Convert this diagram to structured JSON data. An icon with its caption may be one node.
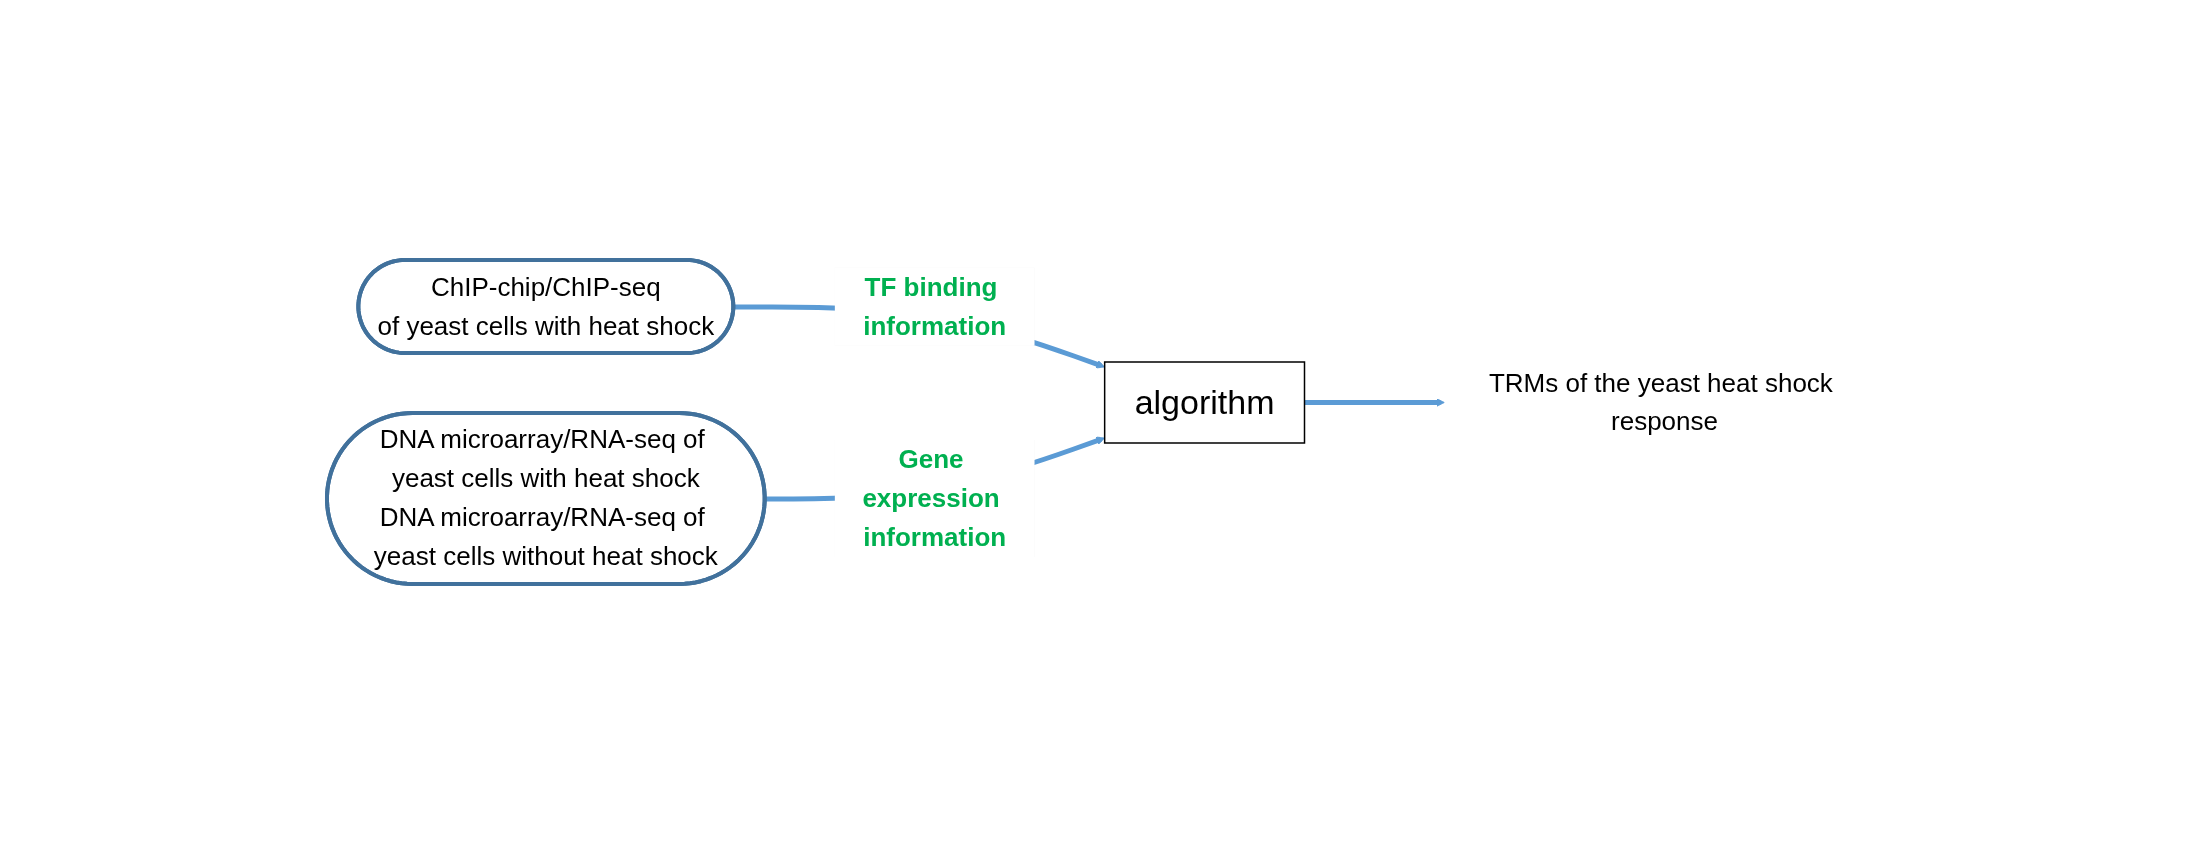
{
  "diagram": {
    "nodes": [
      {
        "text": [
          "ChIP-chip/ChIP-seq",
          "of yeast cells with heat shock"
        ]
      },
      {
        "text": [
          "DNA microarray/RNA-seq of yeast cells with heat shock",
          "DNA microarray/RNA-seq of yeast cells without heat shock"
        ]
      },
      {
        "text": [
          "algorithm"
        ]
      },
      {
        "text": [
          "TRMs of the yeast heat shock response"
        ]
      }
    ],
    "edges": [
      {
        "from": 0,
        "to": 2,
        "arrow": "to",
        "label": "TF binding information"
      },
      {
        "from": 1,
        "to": 2,
        "arrow": "to",
        "label": "Gene expression information"
      },
      {
        "from": 2,
        "to": 3,
        "arrow": "to"
      }
    ]
  }
}
